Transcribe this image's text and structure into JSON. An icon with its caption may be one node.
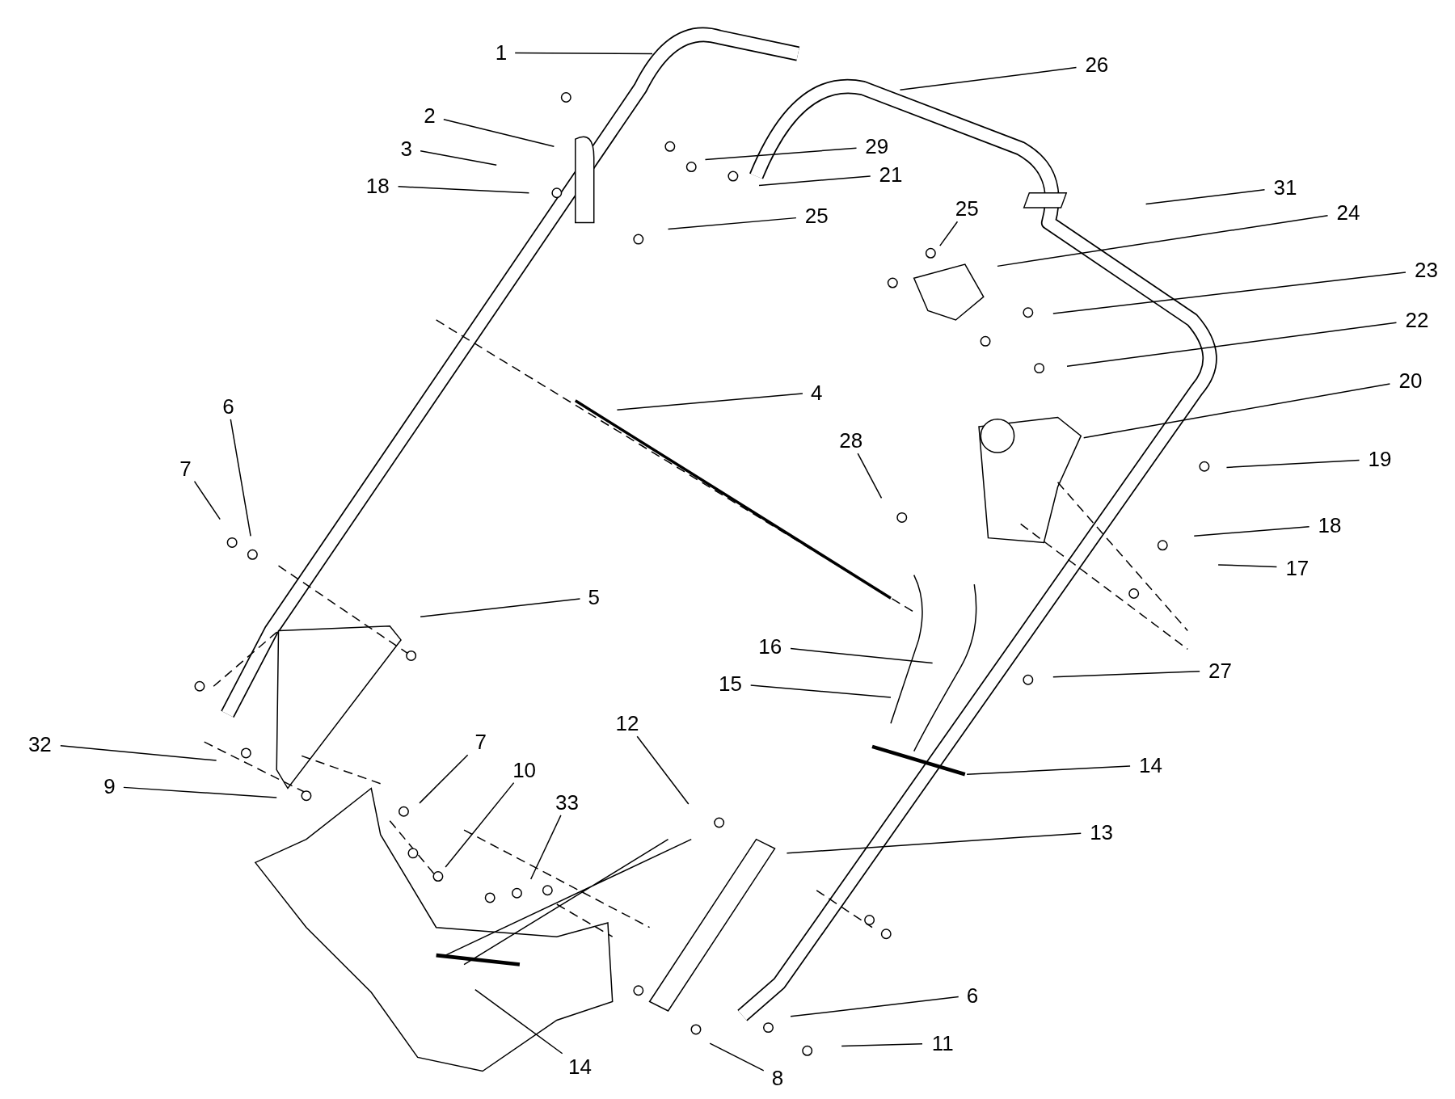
{
  "diagram": {
    "nodes": [
      {
        "text": [
          "1"
        ]
      },
      {
        "text": [
          "26"
        ]
      },
      {
        "text": [
          "2"
        ]
      },
      {
        "text": [
          "29"
        ]
      },
      {
        "text": [
          "3"
        ]
      },
      {
        "text": [
          "21"
        ]
      },
      {
        "text": [
          "18"
        ]
      },
      {
        "text": [
          "31"
        ]
      },
      {
        "text": [
          "25"
        ]
      },
      {
        "text": [
          "24"
        ]
      },
      {
        "text": [
          "25"
        ]
      },
      {
        "text": [
          "23"
        ]
      },
      {
        "text": [
          "22"
        ]
      },
      {
        "text": [
          "20"
        ]
      },
      {
        "text": [
          "4"
        ]
      },
      {
        "text": [
          "6"
        ]
      },
      {
        "text": [
          "28"
        ]
      },
      {
        "text": [
          "19"
        ]
      },
      {
        "text": [
          "7"
        ]
      },
      {
        "text": [
          "18"
        ]
      },
      {
        "text": [
          "17"
        ]
      },
      {
        "text": [
          "5"
        ]
      },
      {
        "text": [
          "16"
        ]
      },
      {
        "text": [
          "27"
        ]
      },
      {
        "text": [
          "15"
        ]
      },
      {
        "text": [
          "12"
        ]
      },
      {
        "text": [
          "7"
        ]
      },
      {
        "text": [
          "32"
        ]
      },
      {
        "text": [
          "14"
        ]
      },
      {
        "text": [
          "10"
        ]
      },
      {
        "text": [
          "9"
        ]
      },
      {
        "text": [
          "33"
        ]
      },
      {
        "text": [
          "13"
        ]
      },
      {
        "text": [
          "6"
        ]
      },
      {
        "text": [
          "11"
        ]
      },
      {
        "text": [
          "14"
        ]
      },
      {
        "text": [
          "8"
        ]
      }
    ],
    "edges": [
      {
        "from": 0,
        "to": null,
        "arrow": "none"
      },
      {
        "from": 1,
        "to": null,
        "arrow": "none"
      },
      {
        "from": 2,
        "to": null,
        "arrow": "none"
      },
      {
        "from": 3,
        "to": null,
        "arrow": "none"
      },
      {
        "from": 4,
        "to": null,
        "arrow": "none"
      },
      {
        "from": 5,
        "to": null,
        "arrow": "none"
      },
      {
        "from": 6,
        "to": null,
        "arrow": "none"
      },
      {
        "from": 7,
        "to": null,
        "arrow": "none"
      },
      {
        "from": 8,
        "to": null,
        "arrow": "none"
      },
      {
        "from": 9,
        "to": null,
        "arrow": "none"
      },
      {
        "from": 10,
        "to": null,
        "arrow": "none"
      },
      {
        "from": 11,
        "to": null,
        "arrow": "none"
      },
      {
        "from": 12,
        "to": null,
        "arrow": "none"
      },
      {
        "from": 13,
        "to": null,
        "arrow": "none"
      },
      {
        "from": 14,
        "to": null,
        "arrow": "none"
      },
      {
        "from": 15,
        "to": null,
        "arrow": "none"
      },
      {
        "from": 16,
        "to": null,
        "arrow": "none"
      },
      {
        "from": 17,
        "to": null,
        "arrow": "none"
      },
      {
        "from": 18,
        "to": null,
        "arrow": "none"
      },
      {
        "from": 19,
        "to": null,
        "arrow": "none"
      },
      {
        "from": 20,
        "to": null,
        "arrow": "none"
      },
      {
        "from": 21,
        "to": null,
        "arrow": "none"
      },
      {
        "from": 22,
        "to": null,
        "arrow": "none"
      },
      {
        "from": 23,
        "to": null,
        "arrow": "none"
      },
      {
        "from": 24,
        "to": null,
        "arrow": "none"
      },
      {
        "from": 25,
        "to": null,
        "arrow": "none"
      },
      {
        "from": 26,
        "to": null,
        "arrow": "none"
      },
      {
        "from": 27,
        "to": null,
        "arrow": "none"
      },
      {
        "from": 28,
        "to": null,
        "arrow": "none"
      },
      {
        "from": 29,
        "to": null,
        "arrow": "none"
      },
      {
        "from": 30,
        "to": null,
        "arrow": "none"
      },
      {
        "from": 31,
        "to": null,
        "arrow": "none"
      },
      {
        "from": 32,
        "to": null,
        "arrow": "none"
      },
      {
        "from": 33,
        "to": null,
        "arrow": "none"
      },
      {
        "from": 34,
        "to": null,
        "arrow": "none"
      },
      {
        "from": 35,
        "to": null,
        "arrow": "none"
      },
      {
        "from": 36,
        "to": null,
        "arrow": "none"
      }
    ]
  }
}
